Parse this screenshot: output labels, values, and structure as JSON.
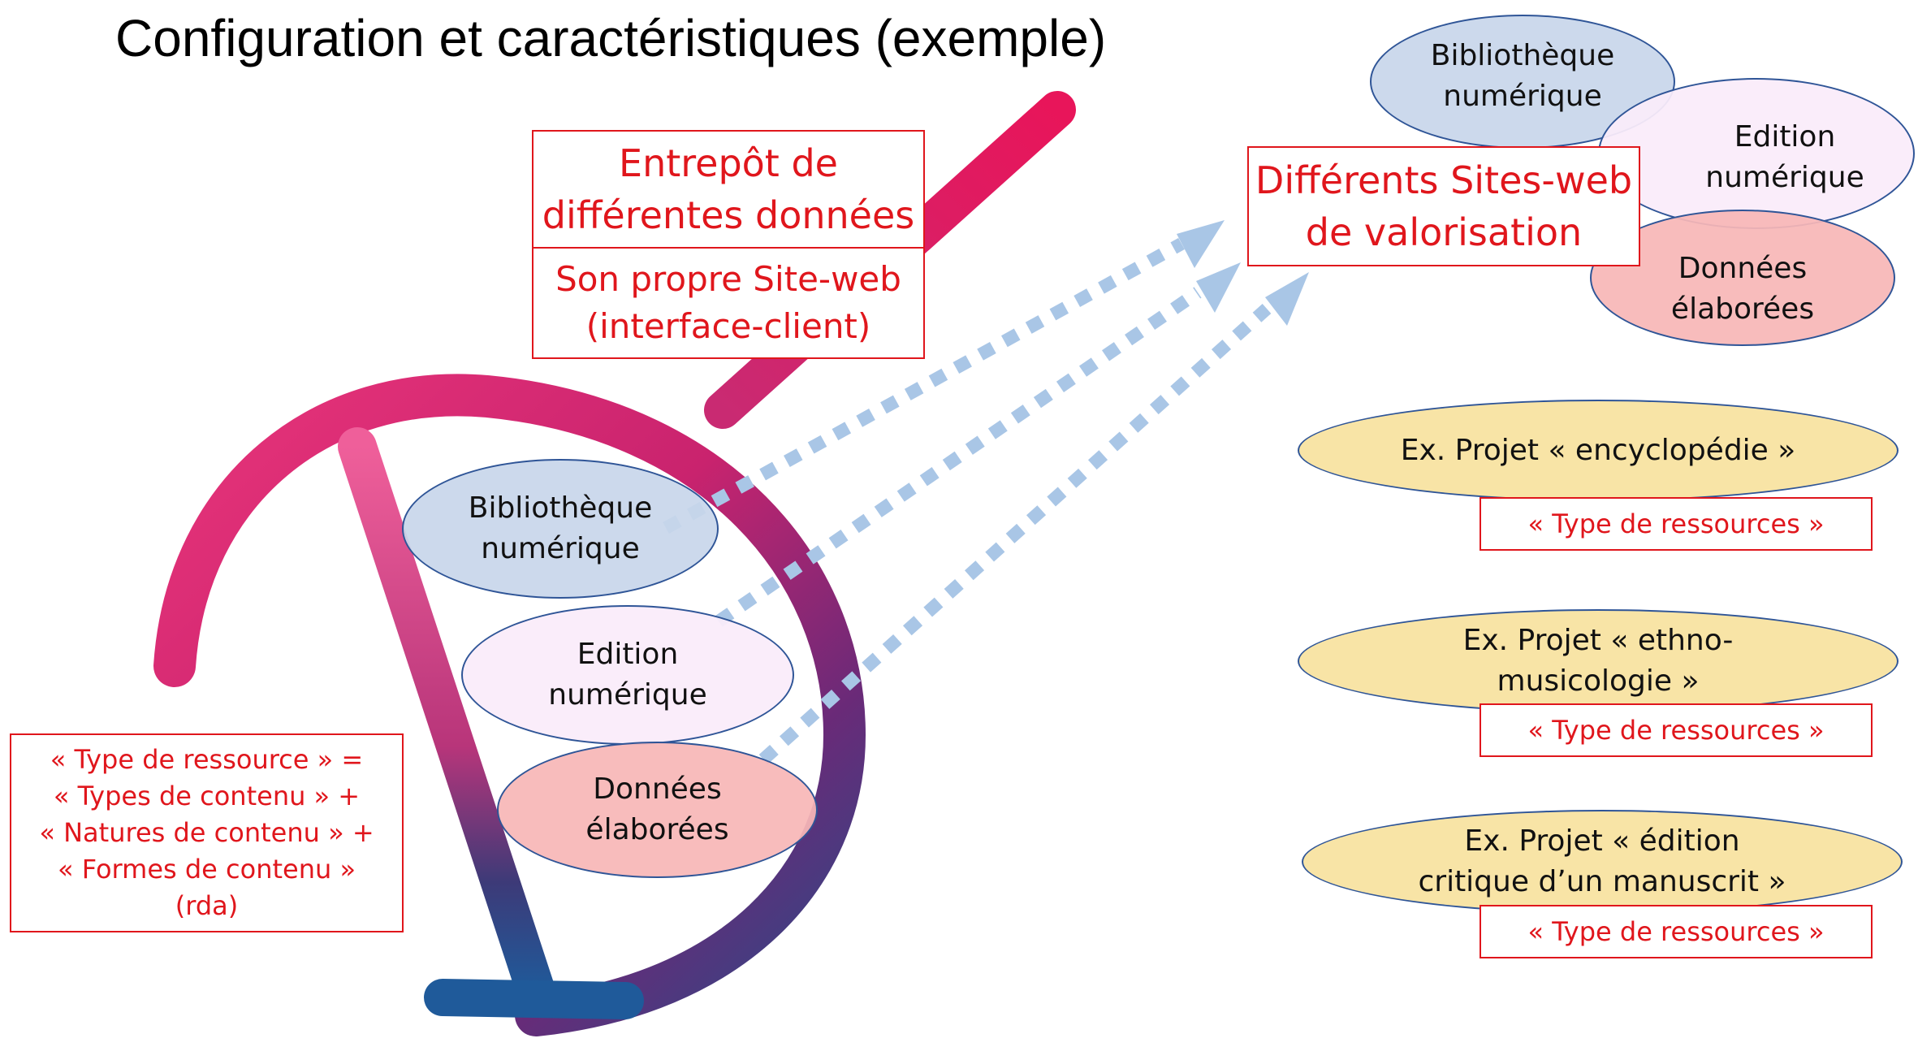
{
  "title": "Configuration et caractéristiques (exemple)",
  "colors": {
    "red_text": "#e0161c",
    "ellipse_border": "#2f5597",
    "blue_fill": "#c8d6ea",
    "lilac_fill": "#faecfa",
    "pink_fill": "#f7b7b7",
    "yellow_fill": "#f8e4a6",
    "arrow": "#a9c6e6"
  },
  "warehouse": {
    "top_lines": [
      "Entrepôt de",
      "différentes données"
    ],
    "bottom_lines": [
      "Son propre Site-web",
      "(interface-client)"
    ]
  },
  "left_ellipses": [
    {
      "lines": [
        "Bibliothèque",
        "numérique"
      ]
    },
    {
      "lines": [
        "Edition",
        "numérique"
      ]
    },
    {
      "lines": [
        "Données",
        "élaborées"
      ]
    }
  ],
  "rda_box": {
    "lines": [
      "« Type de ressource » =",
      "« Types de contenu » +",
      "« Natures de contenu » +",
      "« Formes de contenu »",
      "(rda)"
    ]
  },
  "sites": {
    "lines": [
      "Différents Sites-web",
      "de valorisation"
    ]
  },
  "right_ellipses": [
    {
      "lines": [
        "Bibliothèque",
        "numérique"
      ]
    },
    {
      "lines": [
        "Edition",
        "numérique"
      ]
    },
    {
      "lines": [
        "Données",
        "élaborées"
      ]
    }
  ],
  "projects": [
    {
      "lines": [
        "Ex. Projet « encyclopédie »"
      ],
      "type": "« Type de ressources »"
    },
    {
      "lines": [
        "Ex. Projet « ethno-",
        "musicologie »"
      ],
      "type": "« Type de ressources »"
    },
    {
      "lines": [
        "Ex. Projet « édition",
        "critique d’un manuscrit »"
      ],
      "type": "« Type de ressources »"
    }
  ]
}
